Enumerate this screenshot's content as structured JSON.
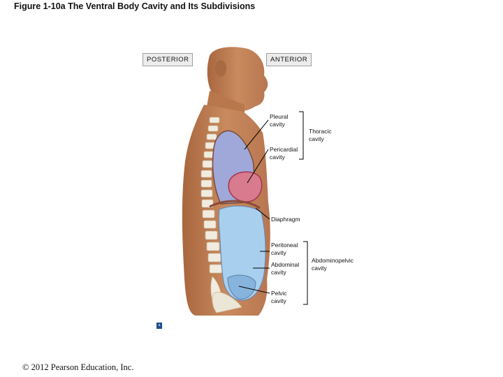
{
  "figure": {
    "title": "Figure 1-10a The Ventral Body Cavity and Its Subdivisions",
    "copyright": "© 2012 Pearson Education, Inc.",
    "badge": "a"
  },
  "orientation": {
    "posterior": "POSTERIOR",
    "anterior": "ANTERIOR"
  },
  "labels": {
    "pleural_cavity": "Pleural\ncavity",
    "pericardial_cavity": "Pericardial\ncavity",
    "thoracic_cavity": "Thoracic\ncavity",
    "diaphragm": "Diaphragm",
    "peritoneal_cavity": "Peritoneal\ncavity",
    "abdominal_cavity": "Abdominal\ncavity",
    "pelvic_cavity": "Pelvic\ncavity",
    "abdominopelvic_cavity": "Abdominopelvic\ncavity"
  },
  "colors": {
    "skin": "#c98a5e",
    "pleural": "#9fa8d8",
    "pericardial": "#d87b8e",
    "abdominopelvic": "#a8d0ee",
    "spine": "#f2ece0"
  }
}
